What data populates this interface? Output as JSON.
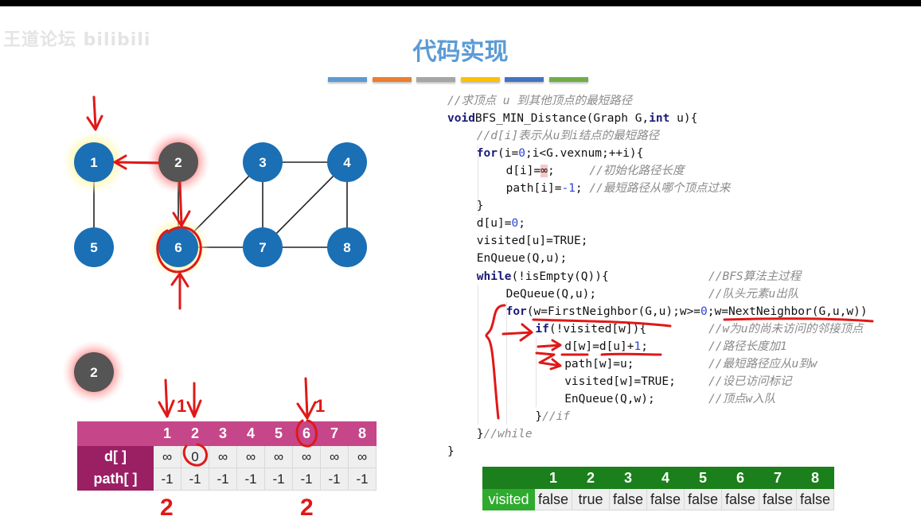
{
  "watermark": "王道论坛 bilibili",
  "title": "代码实现",
  "title_bar_colors": [
    "#5b9bd5",
    "#ed7d31",
    "#a5a5a5",
    "#ffc000",
    "#4472c4",
    "#70ad47"
  ],
  "graph": {
    "nodes": [
      {
        "id": "1",
        "color": "#1a6fb5",
        "glow": "yellow"
      },
      {
        "id": "2",
        "color": "#555555",
        "glow": "red"
      },
      {
        "id": "3",
        "color": "#1a6fb5",
        "glow": ""
      },
      {
        "id": "4",
        "color": "#1a6fb5",
        "glow": ""
      },
      {
        "id": "5",
        "color": "#1a6fb5",
        "glow": ""
      },
      {
        "id": "6",
        "color": "#1a6fb5",
        "glow": "yellow"
      },
      {
        "id": "7",
        "color": "#1a6fb5",
        "glow": ""
      },
      {
        "id": "8",
        "color": "#1a6fb5",
        "glow": ""
      }
    ],
    "edges": [
      [
        "1",
        "5"
      ],
      [
        "1",
        "2"
      ],
      [
        "2",
        "6"
      ],
      [
        "3",
        "6"
      ],
      [
        "3",
        "4"
      ],
      [
        "3",
        "7"
      ],
      [
        "4",
        "7"
      ],
      [
        "4",
        "8"
      ],
      [
        "6",
        "7"
      ],
      [
        "7",
        "8"
      ]
    ]
  },
  "queue": [
    "2"
  ],
  "code": [
    {
      "indent": 0,
      "segs": [
        [
          "c",
          "//求顶点 u 到其他顶点的最短路径"
        ]
      ]
    },
    {
      "indent": 0,
      "segs": [
        [
          "k",
          "void"
        ],
        [
          "",
          "BFS_MIN_Distance(Graph G,"
        ],
        [
          "k",
          "int"
        ],
        [
          "",
          " u){"
        ]
      ]
    },
    {
      "indent": 1,
      "segs": [
        [
          "c",
          "//d[i]表示从u到i结点的最短路径"
        ]
      ]
    },
    {
      "indent": 1,
      "segs": [
        [
          "k",
          "for"
        ],
        [
          "",
          "(i="
        ],
        [
          "n",
          "0"
        ],
        [
          "",
          ";i<G.vexnum;++i){"
        ]
      ]
    },
    {
      "indent": 2,
      "segs": [
        [
          "",
          "d[i]="
        ],
        [
          "hl",
          "∞"
        ],
        [
          "",
          ";     "
        ],
        [
          "c",
          "//初始化路径长度"
        ]
      ]
    },
    {
      "indent": 2,
      "segs": [
        [
          "",
          "path[i]="
        ],
        [
          "n",
          "-1"
        ],
        [
          "",
          "; "
        ],
        [
          "c",
          "//最短路径从哪个顶点过来"
        ]
      ]
    },
    {
      "indent": 1,
      "segs": [
        [
          "",
          "}"
        ]
      ]
    },
    {
      "indent": 1,
      "segs": [
        [
          "",
          "d[u]="
        ],
        [
          "n",
          "0"
        ],
        [
          "",
          ";"
        ]
      ]
    },
    {
      "indent": 1,
      "segs": [
        [
          "",
          "visited[u]=TRUE;"
        ]
      ]
    },
    {
      "indent": 1,
      "segs": [
        [
          "",
          "EnQueue(Q,u);"
        ]
      ]
    },
    {
      "indent": 1,
      "segs": [
        [
          "k",
          "while"
        ],
        [
          "",
          "(!isEmpty(Q)){"
        ]
      ],
      "comment": "//BFS算法主过程"
    },
    {
      "indent": 2,
      "segs": [
        [
          "",
          "DeQueue(Q,u);"
        ]
      ],
      "comment": "//队头元素u出队"
    },
    {
      "indent": 2,
      "segs": [
        [
          "k",
          "for"
        ],
        [
          "",
          "(w=FirstNeighbor(G,u);w>="
        ],
        [
          "n",
          "0"
        ],
        [
          "",
          ";w=NextNeighbor(G,u,w))"
        ]
      ]
    },
    {
      "indent": 3,
      "segs": [
        [
          "k",
          "if"
        ],
        [
          "",
          "(!visited[w]){"
        ]
      ],
      "comment": "//w为u的尚未访问的邻接顶点"
    },
    {
      "indent": 4,
      "segs": [
        [
          "",
          "d[w]=d[u]+"
        ],
        [
          "n",
          "1"
        ],
        [
          "",
          ";"
        ]
      ],
      "comment": "//路径长度加1"
    },
    {
      "indent": 4,
      "segs": [
        [
          "",
          "path[w]=u;"
        ]
      ],
      "comment": "//最短路径应从u到w"
    },
    {
      "indent": 4,
      "segs": [
        [
          "",
          "visited[w]=TRUE;"
        ]
      ],
      "comment": "//设已访问标记"
    },
    {
      "indent": 4,
      "segs": [
        [
          "",
          "EnQueue(Q,w);"
        ]
      ],
      "comment": "//顶点w入队"
    },
    {
      "indent": 3,
      "segs": [
        [
          "",
          "}"
        ],
        [
          "c",
          "//if"
        ]
      ]
    },
    {
      "indent": 1,
      "segs": [
        [
          "",
          "}"
        ],
        [
          "c",
          "//while"
        ]
      ]
    },
    {
      "indent": 0,
      "segs": [
        [
          "",
          "}"
        ]
      ]
    }
  ],
  "dist_table": {
    "headers": [
      "",
      "1",
      "2",
      "3",
      "4",
      "5",
      "6",
      "7",
      "8"
    ],
    "rows": [
      {
        "label": "d[ ]",
        "values": [
          "∞",
          "0",
          "∞",
          "∞",
          "∞",
          "∞",
          "∞",
          "∞"
        ]
      },
      {
        "label": "path[ ]",
        "values": [
          "-1",
          "-1",
          "-1",
          "-1",
          "-1",
          "-1",
          "-1",
          "-1"
        ]
      }
    ],
    "header_color": "#c6468a",
    "label_color": "#9a1f63"
  },
  "visited_table": {
    "headers": [
      "",
      "1",
      "2",
      "3",
      "4",
      "5",
      "6",
      "7",
      "8"
    ],
    "label": "visited",
    "values": [
      "false",
      "true",
      "false",
      "false",
      "false",
      "false",
      "false",
      "false"
    ],
    "header_color": "#1b7f1b"
  },
  "annotations": {
    "handwritten_d": [
      "1",
      "1"
    ],
    "handwritten_path": [
      "2",
      "2"
    ]
  }
}
